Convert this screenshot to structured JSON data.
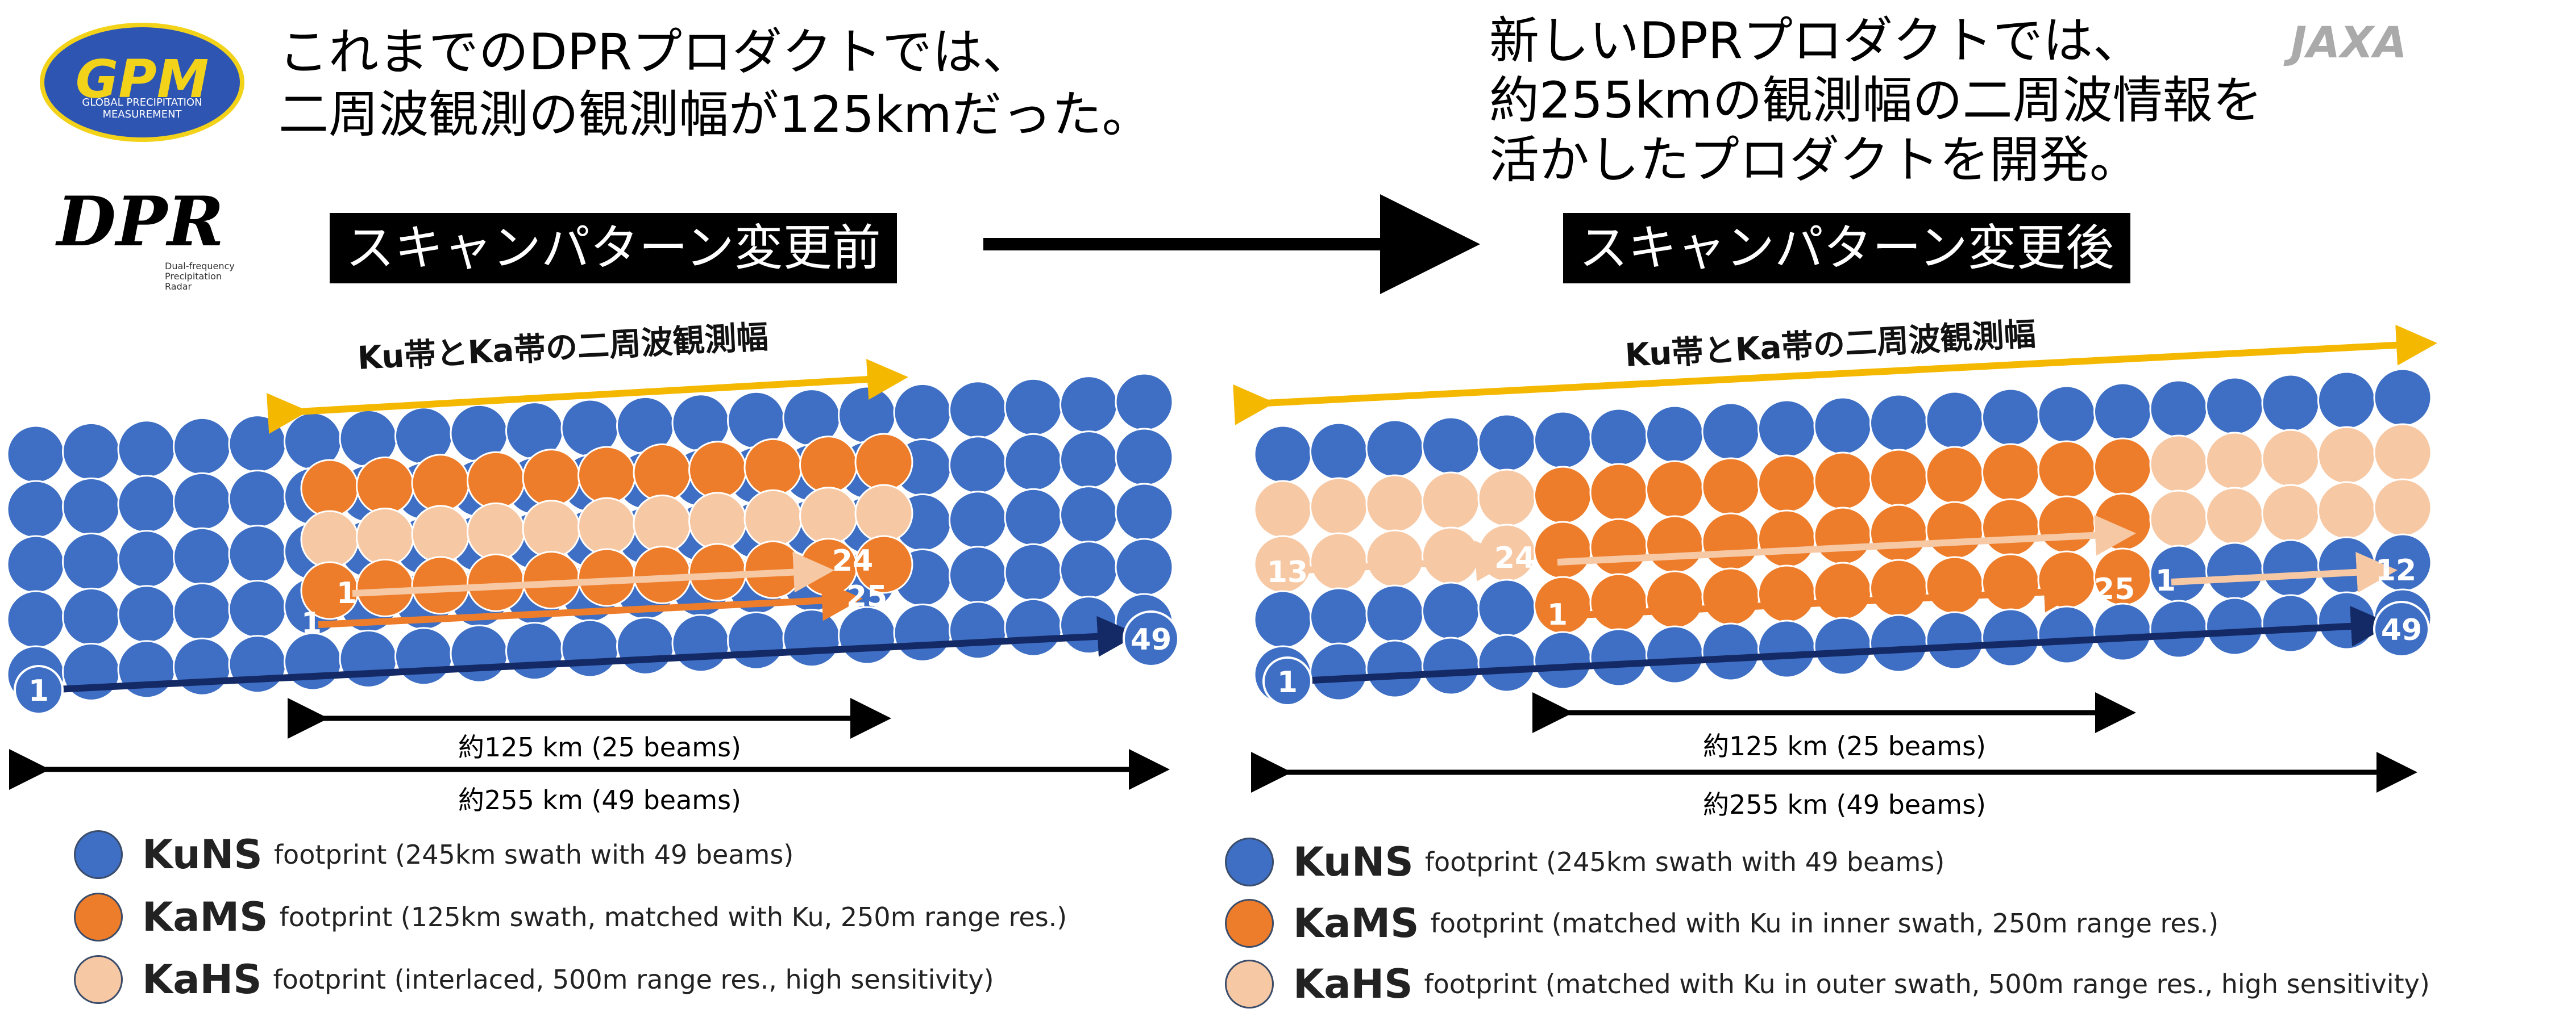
{
  "logos": {
    "gpm": "GPM",
    "gpm_sub": "GLOBAL PRECIPITATION MEASUREMENT",
    "dpr": "DPR",
    "dpr_sub": "Dual-frequency Precipitation Radar",
    "jaxa": "JAXA"
  },
  "left": {
    "heading_line1": "これまでのDPRプロダクトでは、",
    "heading_line2": "二周波観測の観測幅が125kmだった。",
    "box": "スキャンパターン変更前",
    "swath_label": "Ku帯とKa帯の二周波観測幅",
    "inner_label": "約125 km (25 beams)",
    "outer_label": "約255 km (49 beams)",
    "beam_labels": {
      "ku_start": "1",
      "ku_end": "49",
      "hs_start": "1",
      "hs_end": "24",
      "ms_start": "1",
      "ms_end": "25"
    }
  },
  "right": {
    "heading_line1": "新しいDPRプロダクトでは、",
    "heading_line2": "約255kmの観測幅の二周波情報を",
    "heading_line3": "活かしたプロダクトを開発。",
    "box": "スキャンパターン変更後",
    "swath_label": "Ku帯とKa帯の二周波観測幅",
    "inner_label": "約125 km (25 beams)",
    "outer_label": "約255 km (49 beams)",
    "beam_labels": {
      "ku_start": "1",
      "ku_end": "49",
      "hs_left_start": "13",
      "hs_left_end": "24",
      "hs_right_start": "1",
      "hs_right_end": "12",
      "ms_start": "1",
      "ms_end": "25"
    }
  },
  "legend_left": [
    {
      "name": "KuNS",
      "desc": "footprint (245km swath with 49 beams)",
      "color": "#3e6fc4"
    },
    {
      "name": "KaMS",
      "desc": "footprint (125km swath, matched with Ku, 250m range res.)",
      "color": "#ee7d2b"
    },
    {
      "name": "KaHS",
      "desc": "footprint (interlaced, 500m range res., high sensitivity)",
      "color": "#f7c8a4"
    }
  ],
  "legend_right": [
    {
      "name": "KuNS",
      "desc": "footprint (245km swath with 49 beams)",
      "color": "#3e6fc4"
    },
    {
      "name": "KaMS",
      "desc": "footprint (matched with Ku in inner swath, 250m range res.)",
      "color": "#ee7d2b"
    },
    {
      "name": "KaHS",
      "desc": "footprint (matched with Ku in outer swath, 500m range res., high sensitivity)",
      "color": "#f7c8a4"
    }
  ],
  "colors": {
    "ku": "#3e6fc4",
    "ms": "#ee7d2b",
    "hs": "#f7c8a4",
    "swath_arrow": "#f5b800",
    "ku_arrow": "#142a66"
  }
}
